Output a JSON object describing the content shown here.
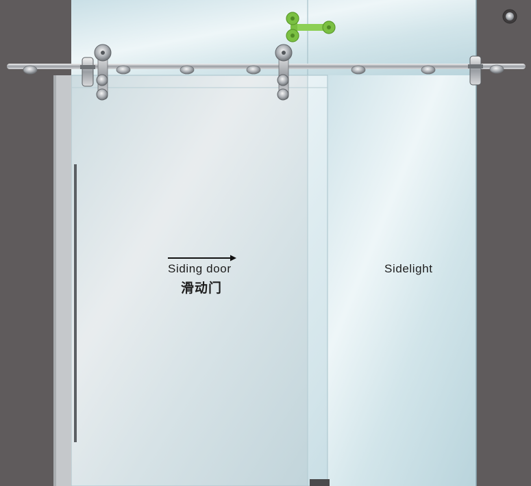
{
  "labels": {
    "sliding_door_en": "Siding door",
    "sliding_door_zh": "滑动门",
    "sidelight": "Sidelight"
  },
  "colors": {
    "wall": "#5f5b5c",
    "glass_light": "#f7fbfd",
    "glass_tint": "#c9dfe6",
    "rail_metal": "#b9bcc0",
    "stopper_green": "#7bc043"
  },
  "icons": {
    "direction": "arrow-right-icon",
    "stopper": "green-door-stopper-icon"
  }
}
